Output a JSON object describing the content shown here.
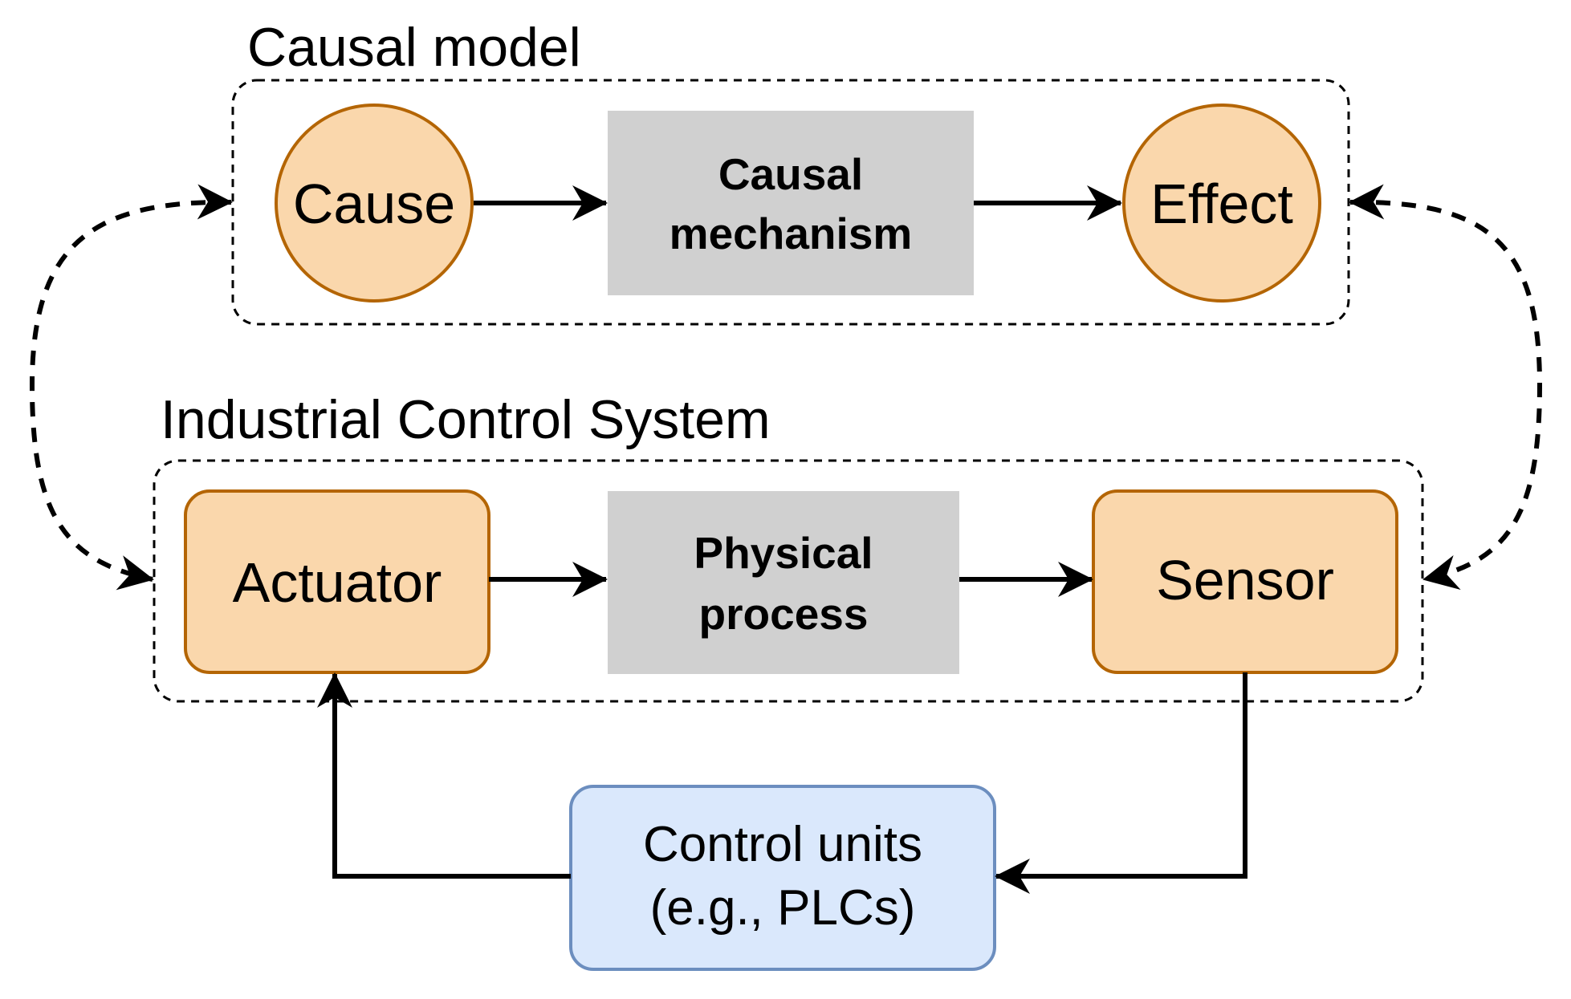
{
  "groups": {
    "causal_model": {
      "title": "Causal model"
    },
    "ics": {
      "title": "Industrial Control System"
    }
  },
  "nodes": {
    "cause": {
      "label": "Cause"
    },
    "causal_mechanism": {
      "line1": "Causal",
      "line2": "mechanism"
    },
    "effect": {
      "label": "Effect"
    },
    "actuator": {
      "label": "Actuator"
    },
    "physical_process": {
      "line1": "Physical",
      "line2": "process"
    },
    "sensor": {
      "label": "Sensor"
    },
    "control_units": {
      "line1": "Control units",
      "line2": "(e.g., PLCs)"
    }
  },
  "colors": {
    "orange_fill": "#fad7ac",
    "orange_stroke": "#b46504",
    "gray_fill": "#d0d0d0",
    "blue_fill": "#dae8fc",
    "blue_stroke": "#6c8ebf",
    "line": "#000000"
  }
}
